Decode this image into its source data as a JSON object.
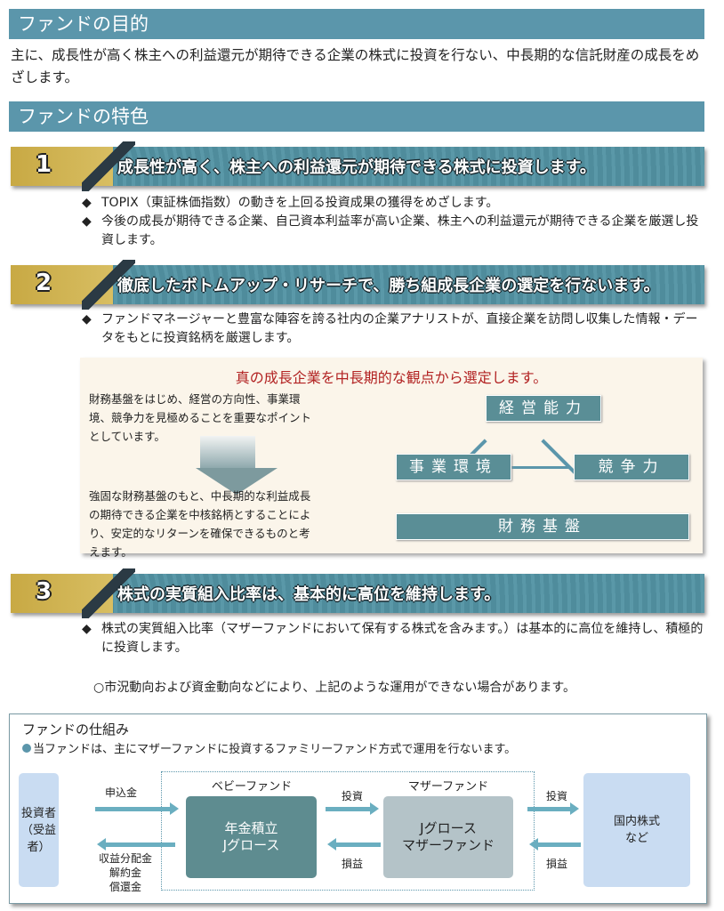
{
  "purpose": {
    "heading": "ファンドの目的",
    "text": "主に、成長性が高く株主への利益還元が期待できる企業の株式に投資を行ない、中長期的な信託財産の成長をめざします。"
  },
  "features": {
    "heading": "ファンドの特色",
    "items": [
      {
        "num": "1",
        "title": "成長性が高く、株主への利益還元が期待できる株式に投資します。",
        "bullets": [
          "TOPIX（東証株価指数）の動きを上回る投資成果の獲得をめざします。",
          "今後の成長が期待できる企業、自己資本利益率が高い企業、株主への利益還元が期待できる企業を厳選し投資します。"
        ]
      },
      {
        "num": "2",
        "title": "徹底したボトムアップ・リサーチで、勝ち組成長企業の選定を行ないます。",
        "bullets": [
          "ファンドマネージャーと豊富な陣容を誇る社内の企業アナリストが、直接企業を訪問し収集した情報・データをもとに投資銘柄を厳選します。"
        ]
      },
      {
        "num": "3",
        "title": "株式の実質組入比率は、基本的に高位を維持します。",
        "bullets": [
          "株式の実質組入比率（マザーファンドにおいて保有する株式を含みます。）は基本的に高位を維持し、積極的に投資します。"
        ]
      }
    ]
  },
  "selection": {
    "title": "真の成長企業を中長期的な観点から選定します。",
    "text1": "財務基盤をはじめ、経営の方向性、事業環境、競争力を見極めることを重要なポイントとしています。",
    "text2": "強固な財務基盤のもと、中長期的な利益成長の期待できる企業を中核銘柄とすることにより、安定的なリターンを確保できるものと考えます。",
    "boxes": [
      "経営能力",
      "事業環境",
      "競争力",
      "財務基盤"
    ]
  },
  "note": "○市況動向および資金動向などにより、上記のような運用ができない場合があります。",
  "structure": {
    "title": "ファンドの仕組み",
    "desc": "当ファンドは、主にマザーファンドに投資するファミリーファンド方式で運用を行ないます。",
    "investor": "投資者\n（受益者）",
    "baby_label": "ベビーファンド",
    "baby": "年金積立\nJグロース",
    "mother_label": "マザーファンド",
    "mother": "Jグロース\nマザーファンド",
    "stocks": "国内株式\nなど",
    "apply": "申込金",
    "returns": "収益分配金\n解約金\n償還金",
    "invest1": "投資",
    "profit1": "損益",
    "invest2": "投資",
    "profit2": "損益"
  },
  "colors": {
    "header": "#5b96ab",
    "accent_red": "#b22222",
    "box_teal": "#5a8e96",
    "mother": "#b4c3c8",
    "side": "#c9dcf2"
  }
}
